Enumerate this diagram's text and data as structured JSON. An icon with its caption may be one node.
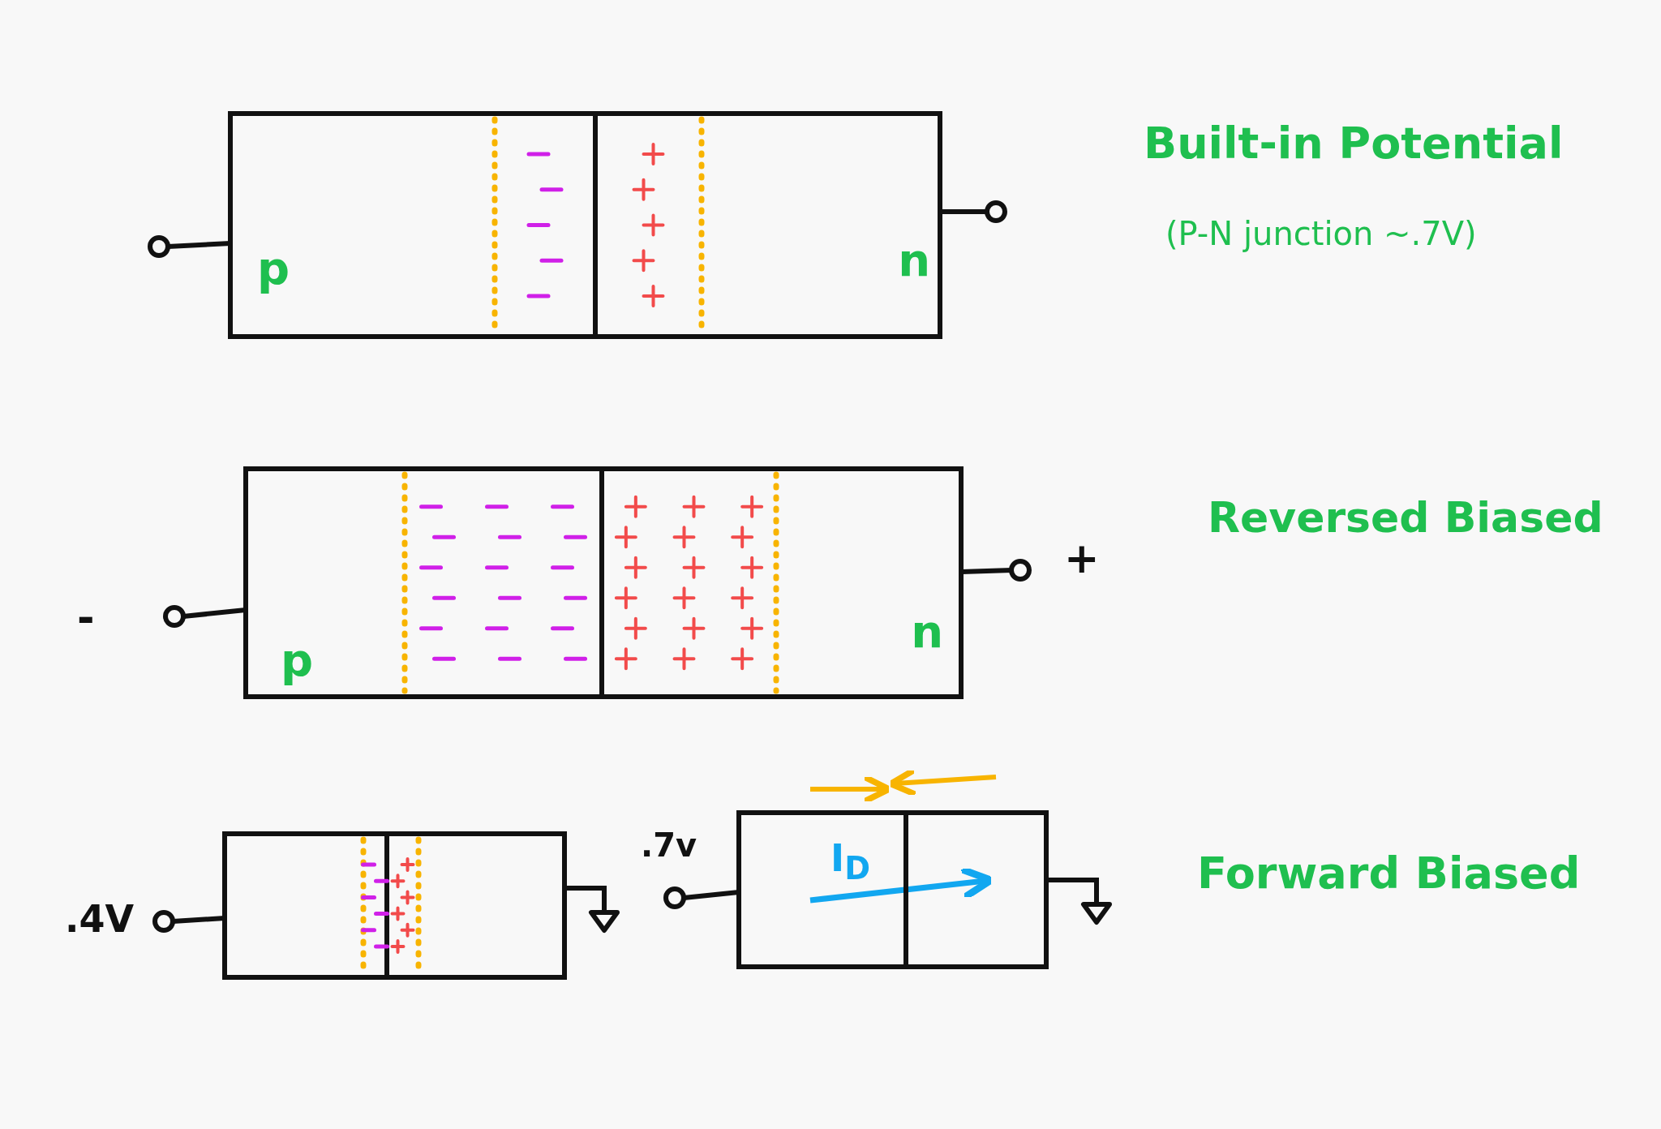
{
  "diagram": {
    "nodes": [
      {
        "text": [
          "p",
          "n"
        ]
      },
      {
        "text": [
          "p",
          "n"
        ]
      },
      {
        "text": [],
        "shape": "box"
      },
      {
        "text": [
          "I$_{D}$"
        ]
      }
    ],
    "labels": [
      "Built-in Potential",
      "(P-N junction ~.7V)",
      "Reversed Biased",
      "-",
      "+",
      ".4V",
      ".7v",
      "Forward Biased"
    ]
  }
}
